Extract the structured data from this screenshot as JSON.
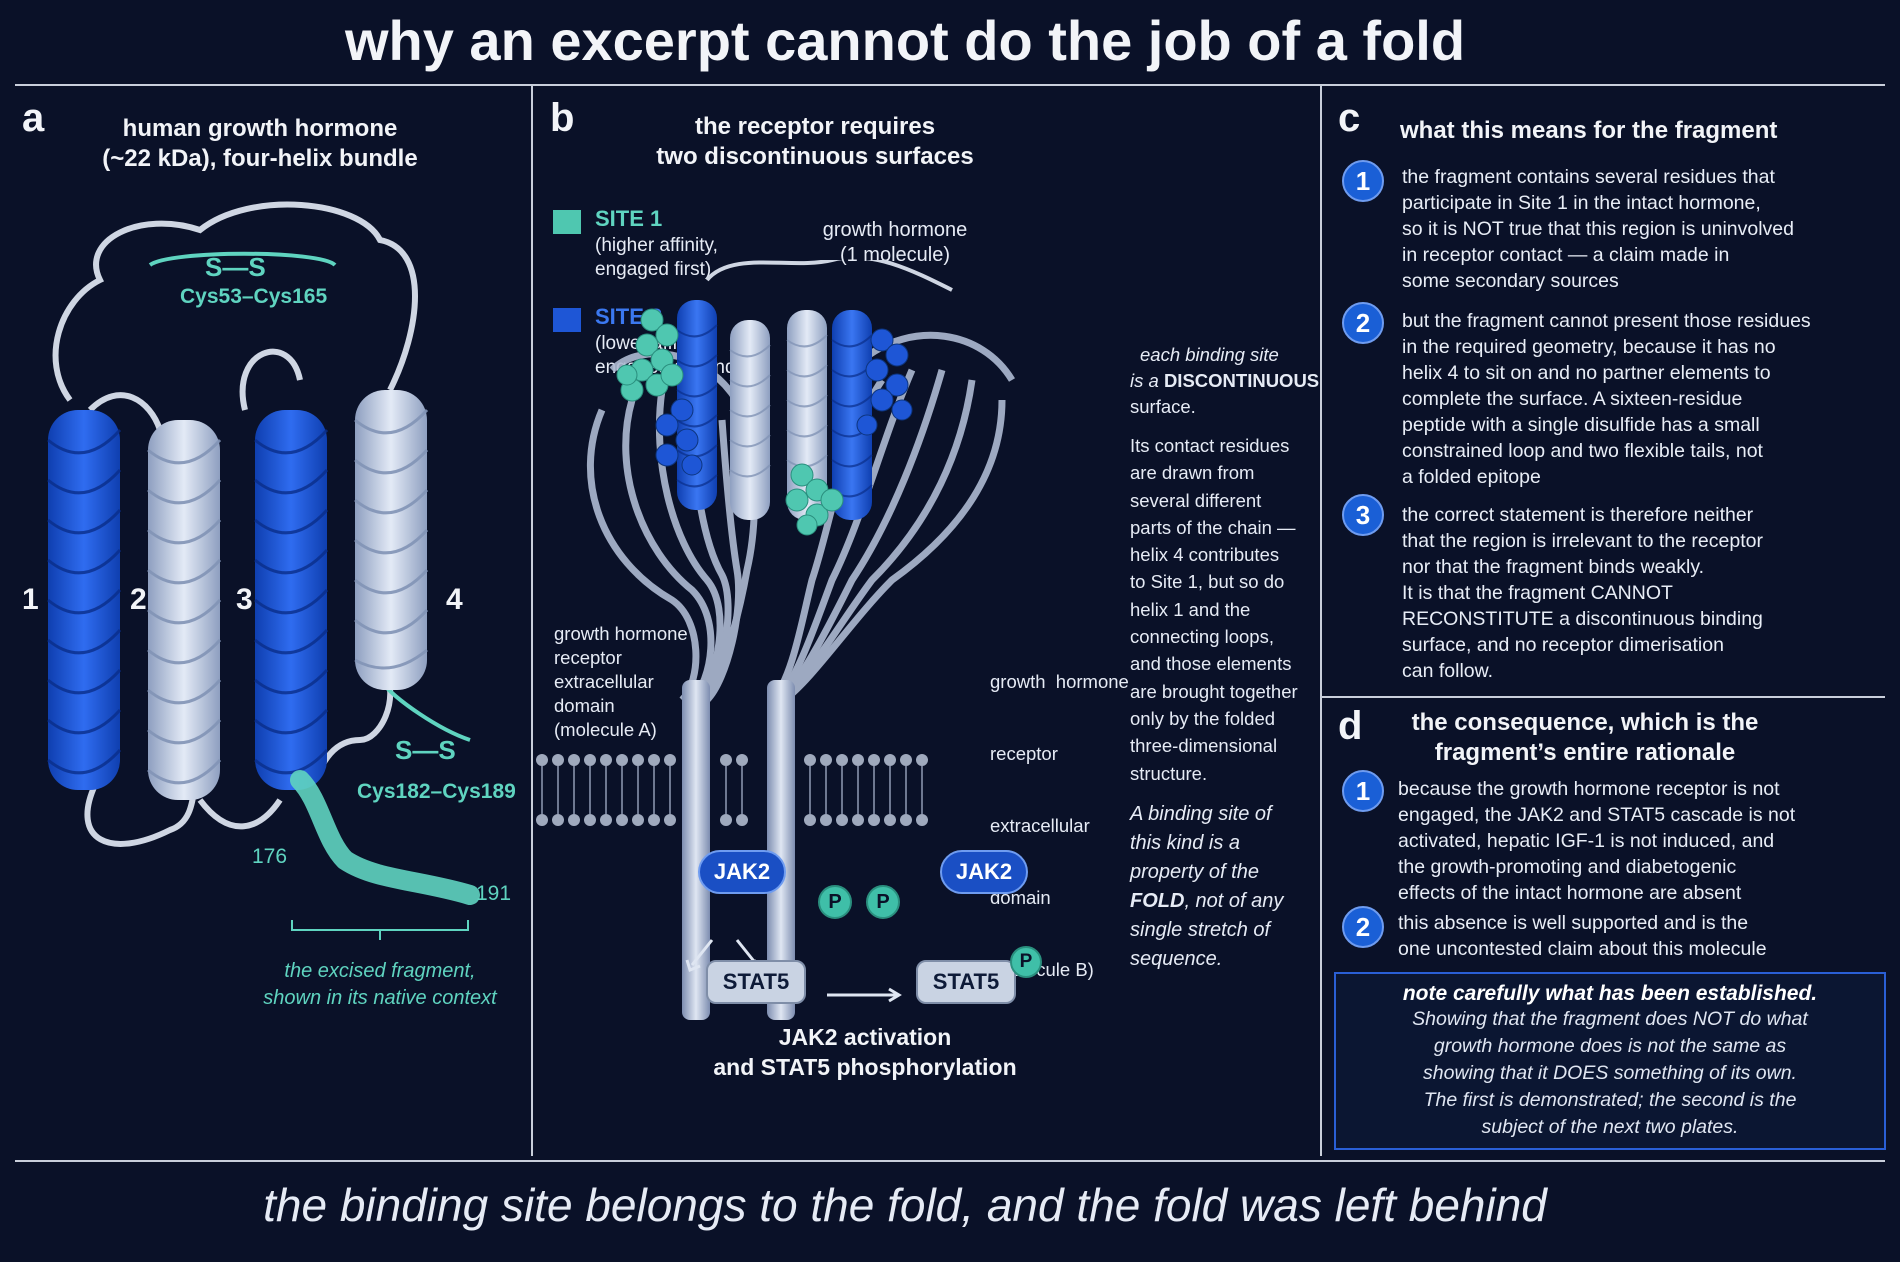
{
  "title": "why an excerpt cannot do the job of a fold",
  "panel_a": {
    "letter": "a",
    "title_line1": "human growth hormone",
    "title_line2": "(~22 kDa), four-helix bundle",
    "disulfide1_symbol": "S—S",
    "disulfide1_label": "Cys53–Cys165",
    "disulfide2_symbol": "S—S",
    "disulfide2_label": "Cys182–Cys189",
    "helix_numbers": [
      "1",
      "2",
      "3",
      "4"
    ],
    "residue_176": "176",
    "residue_191": "191",
    "fragment_caption_line1": "the excised fragment,",
    "fragment_caption_line2": "shown in its native context"
  },
  "panel_b": {
    "letter": "b",
    "title_line1": "the receptor requires",
    "title_line2": "two discontinuous surfaces",
    "site1_label": "SITE 1",
    "site1_desc_line1": "(higher affinity,",
    "site1_desc_line2": "engaged first)",
    "site2_label": "SITE 2",
    "site2_desc_line1": "(lower affinity,",
    "site2_desc_line2": "engaged second)",
    "gh_label_line1": "growth hormone",
    "gh_label_line2": "(1 molecule)",
    "receptor_a": [
      "growth hormone",
      "receptor",
      "extracellular",
      "domain",
      "(molecule A)"
    ],
    "receptor_b": [
      "growth  hormone",
      "receptor",
      "extracellular",
      "domain",
      "(molecule B)"
    ],
    "jak2_left": "JAK2",
    "jak2_right": "JAK2",
    "p_symbol": "P",
    "stat5_left": "STAT5",
    "stat5_right": "STAT5",
    "caption_line1": "JAK2 activation",
    "caption_line2": "and STAT5 phosphorylation",
    "side_note_1_line1": "each binding site",
    "side_note_1_line2_pre": "is a ",
    "side_note_1_line2_bold": "DISCONTINUOUS",
    "side_note_1_line3": "surface.",
    "side_note_2": [
      "Its contact residues",
      "are drawn from",
      "several different",
      "parts of the chain —",
      "helix 4 contributes",
      "to Site 1, but so do",
      "helix 1 and the",
      "connecting loops,",
      "and those elements",
      "are brought together",
      "only by the folded",
      "three-dimensional",
      "structure."
    ],
    "side_note_3": [
      "A binding site of",
      "this kind is a",
      "property of the"
    ],
    "side_note_3_bold": "FOLD",
    "side_note_3_rest": ", not of any",
    "side_note_3_tail": [
      "single stretch of",
      "sequence."
    ]
  },
  "panel_c": {
    "letter": "c",
    "title": "what this means for the fragment",
    "item1_num": "1",
    "item1_lines": [
      "the fragment contains several residues that",
      "participate in Site 1 in the intact hormone,",
      "so it is NOT true that this region is uninvolved",
      "in receptor contact — a claim made in",
      "some secondary sources"
    ],
    "item2_num": "2",
    "item2_lines": [
      "but the fragment cannot present those residues",
      "in the required geometry, because it has no",
      "helix 4 to sit on and no partner elements to",
      "complete the surface. A sixteen-residue",
      "peptide with a single disulfide has a small",
      "constrained loop and two flexible tails, not",
      "a folded epitope"
    ],
    "item3_num": "3",
    "item3_lines": [
      "the correct statement is therefore neither",
      "that the region is irrelevant to the receptor",
      "nor that the fragment binds weakly.",
      "It is that the fragment CANNOT",
      "RECONSTITUTE a discontinuous binding",
      "surface, and no receptor dimerisation",
      "can follow."
    ]
  },
  "panel_d": {
    "letter": "d",
    "title_line1": "the consequence, which is the",
    "title_line2": "fragment’s entire rationale",
    "item1_num": "1",
    "item1_lines": [
      "because the growth hormone receptor is not",
      "engaged, the JAK2 and STAT5 cascade is not",
      "activated, hepatic IGF-1 is not induced, and",
      "the growth-promoting and diabetogenic",
      "effects of the intact hormone are absent"
    ],
    "item2_num": "2",
    "item2_lines": [
      "this absence is well supported and is the",
      "one uncontested claim about this molecule"
    ],
    "note_title": "note carefully what has been established.",
    "note_lines": [
      "Showing that the fragment does NOT do what",
      "growth hormone does is not the same as",
      "showing that it DOES something of its own.",
      "The first is demonstrated; the second is the",
      "subject of the next two plates."
    ]
  },
  "footer": "the binding site belongs to the fold, and the fold was left behind",
  "colors": {
    "background": "#0a1128",
    "helix_dark_blue": "#1f5ad8",
    "helix_light": "#c3cfe3",
    "teal": "#5fd4c0",
    "site1": "#4fc7b0",
    "site2": "#1e56d6"
  }
}
